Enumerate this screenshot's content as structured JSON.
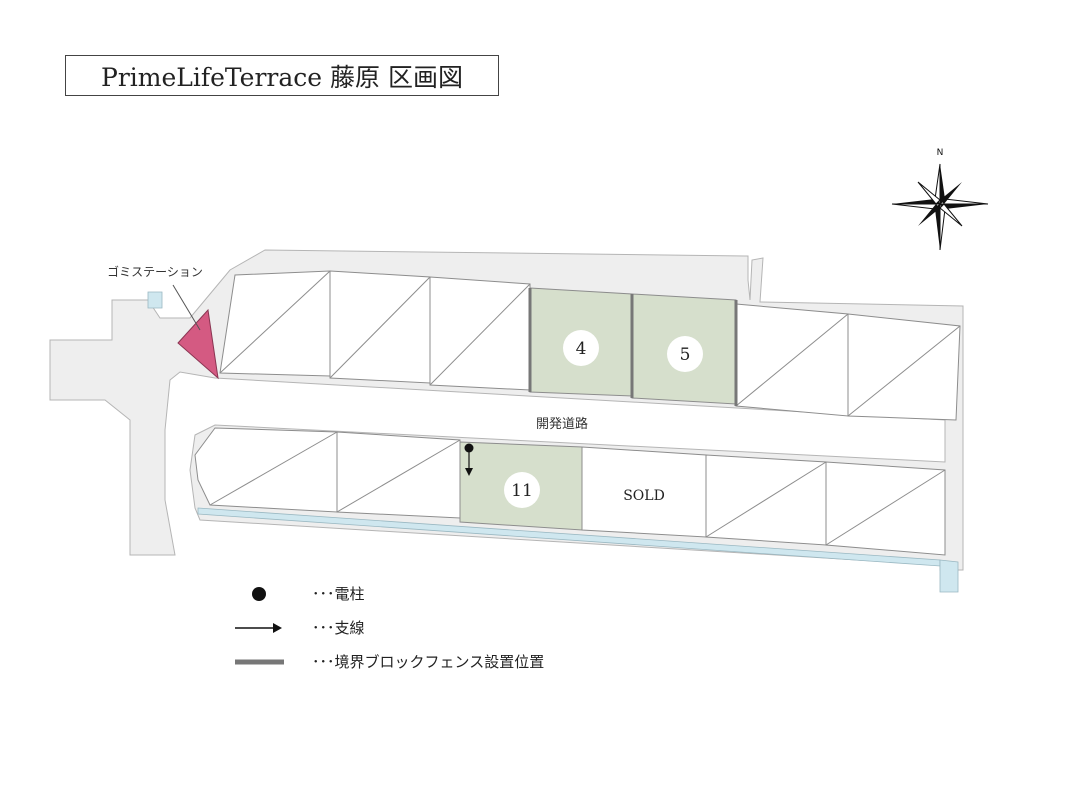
{
  "title": "PrimeLifeTerrace 藤原 区画図",
  "compass": {
    "north_label": "N"
  },
  "labels": {
    "garbage_station": "ゴミステーション",
    "road": "開発道路",
    "sold": "SOLD"
  },
  "plots": {
    "plot_4": "4",
    "plot_5": "5",
    "plot_11": "11"
  },
  "legend": [
    {
      "symbol": "utility-pole",
      "text": "･･･電柱"
    },
    {
      "symbol": "guy-wire-arrow",
      "text": "･･･支線"
    },
    {
      "symbol": "block-fence-line",
      "text": "･･･境界ブロックフェンス設置位置"
    }
  ],
  "colors": {
    "available_plot": "#d6dfcc",
    "garbage_station": "#d45a82",
    "road": "#eeeeee",
    "waterway": "#cfe7ef",
    "fence": "#777777"
  }
}
